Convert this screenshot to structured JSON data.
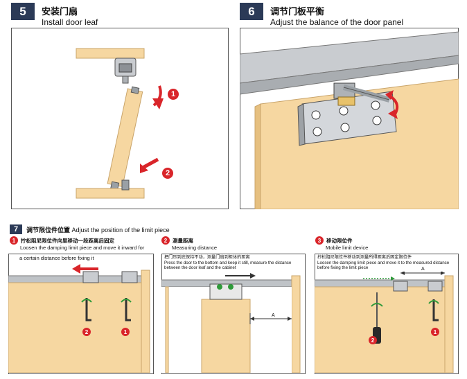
{
  "step5": {
    "number": "5",
    "title_zh": "安装门扇",
    "title_en": "Install door leaf",
    "markers": [
      "2",
      "1"
    ]
  },
  "step6": {
    "number": "6",
    "title_zh": "调节门板平衡",
    "title_en": "Adjust the balance of the door panel"
  },
  "step7": {
    "number": "7",
    "title_zh": "调节限位件位置",
    "title_en": "Adjust the position of the limit piece",
    "sub": [
      {
        "num": "1",
        "zh": "拧松阻尼限位件向里移动一段距离后固定",
        "en1": "Loosen the damping limit piece and move it inward for",
        "en2": "a certain distance before fixing it",
        "markers": [
          "2",
          "1"
        ]
      },
      {
        "num": "2",
        "zh": "测量距离",
        "en": "Measuring distance",
        "zh2": "把门压到底保持不动，测量门扇到柜体的距离",
        "en2": "Press the door to the bottom and keep it still, measure the distance",
        "en3": "between the door leaf and the cabinet",
        "dim_label": "A"
      },
      {
        "num": "3",
        "zh": "移动限位件",
        "en": "Mobile limit device",
        "zh2": "拧松阻尼限位件移动到测量所得距离后固定限位件",
        "en2": "Loosen the damping limit piece and move it to the measured distance",
        "en3": "before fixing the limit piece",
        "dim_label": "A",
        "markers": [
          "2",
          "1"
        ]
      }
    ]
  },
  "colors": {
    "badge": "#2b3a57",
    "wood": "#f6d7a1",
    "wood_edge": "#c9a46a",
    "accent_red": "#d9252a",
    "track": "#bfc3c7",
    "arrow_green": "#2f9a3a"
  }
}
